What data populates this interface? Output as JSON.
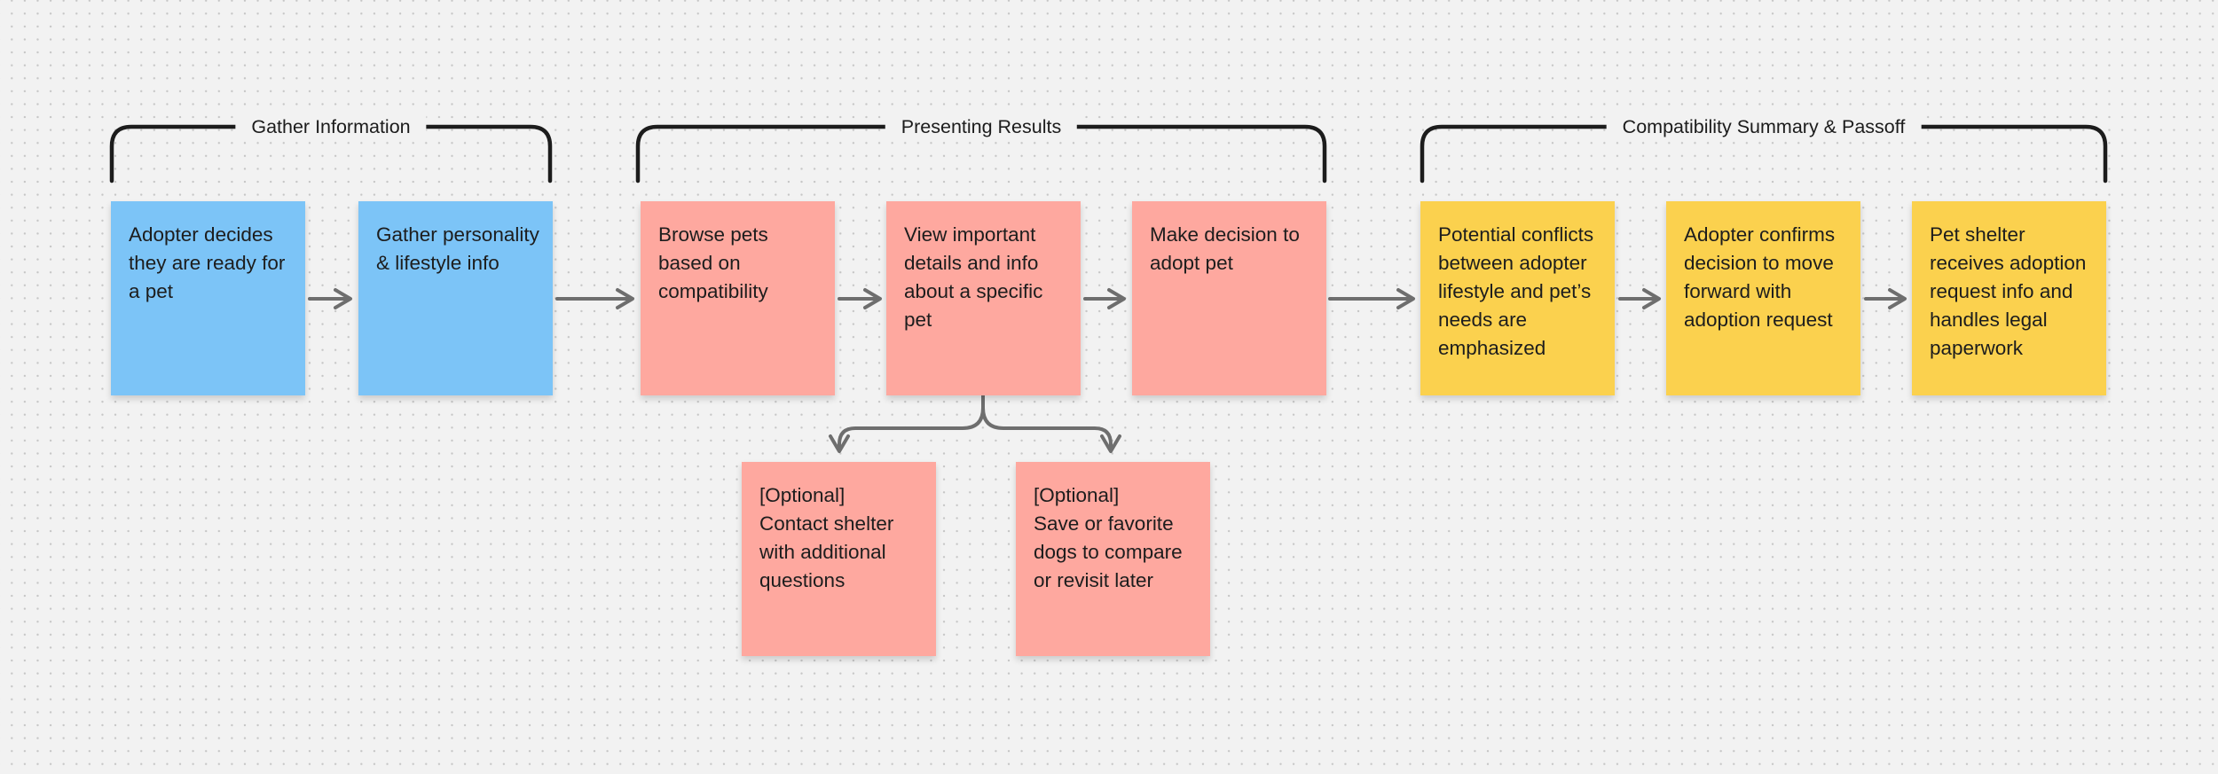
{
  "board": {
    "sections": [
      {
        "id": "gather-information",
        "label": "Gather Information",
        "note_ids": [
          "note-1",
          "note-2"
        ]
      },
      {
        "id": "presenting-results",
        "label": "Presenting Results",
        "note_ids": [
          "note-3",
          "note-4",
          "note-5"
        ]
      },
      {
        "id": "compatibility-summary-passoff",
        "label": "Compatibility Summary & Passoff",
        "note_ids": [
          "note-6",
          "note-7",
          "note-8"
        ]
      }
    ],
    "notes": [
      {
        "id": "note-1",
        "color": "blue",
        "text": "Adopter decides they are ready for a pet"
      },
      {
        "id": "note-2",
        "color": "blue",
        "text": "Gather personality & lifestyle info"
      },
      {
        "id": "note-3",
        "color": "pink",
        "text": "Browse pets based on compatibility"
      },
      {
        "id": "note-4",
        "color": "pink",
        "text": "View important details and info about a specific pet"
      },
      {
        "id": "note-5",
        "color": "pink",
        "text": "Make decision to adopt pet"
      },
      {
        "id": "note-6",
        "color": "yellow",
        "text": "Potential conflicts between adopter lifestyle and pet’s needs are emphasized"
      },
      {
        "id": "note-7",
        "color": "yellow",
        "text": "Adopter confirms decision to move forward with adoption request"
      },
      {
        "id": "note-8",
        "color": "yellow",
        "text": "Pet shelter receives adoption request info and handles legal paperwork"
      },
      {
        "id": "note-optional-contact",
        "color": "pink",
        "text": "[Optional]\nContact shelter with additional questions"
      },
      {
        "id": "note-optional-save",
        "color": "pink",
        "text": "[Optional]\nSave or favorite dogs to compare or revisit later"
      }
    ],
    "connectors": [
      {
        "from": "note-1",
        "to": "note-2"
      },
      {
        "from": "note-2",
        "to": "note-3"
      },
      {
        "from": "note-3",
        "to": "note-4"
      },
      {
        "from": "note-4",
        "to": "note-5"
      },
      {
        "from": "note-5",
        "to": "note-6"
      },
      {
        "from": "note-6",
        "to": "note-7"
      },
      {
        "from": "note-7",
        "to": "note-8"
      },
      {
        "from": "note-4",
        "to": "note-optional-contact"
      },
      {
        "from": "note-4",
        "to": "note-optional-save"
      }
    ]
  },
  "palette": {
    "canvas_bg": "#F2F2F2",
    "dot_grid": "#C6C6C6",
    "note_blue": "#7CC4F7",
    "note_pink": "#FEA89F",
    "note_yellow": "#FBD14E",
    "connector_gray": "#6E6E6E",
    "bracket_black": "#1C1C1C",
    "text_dark": "#1D1D1D"
  }
}
